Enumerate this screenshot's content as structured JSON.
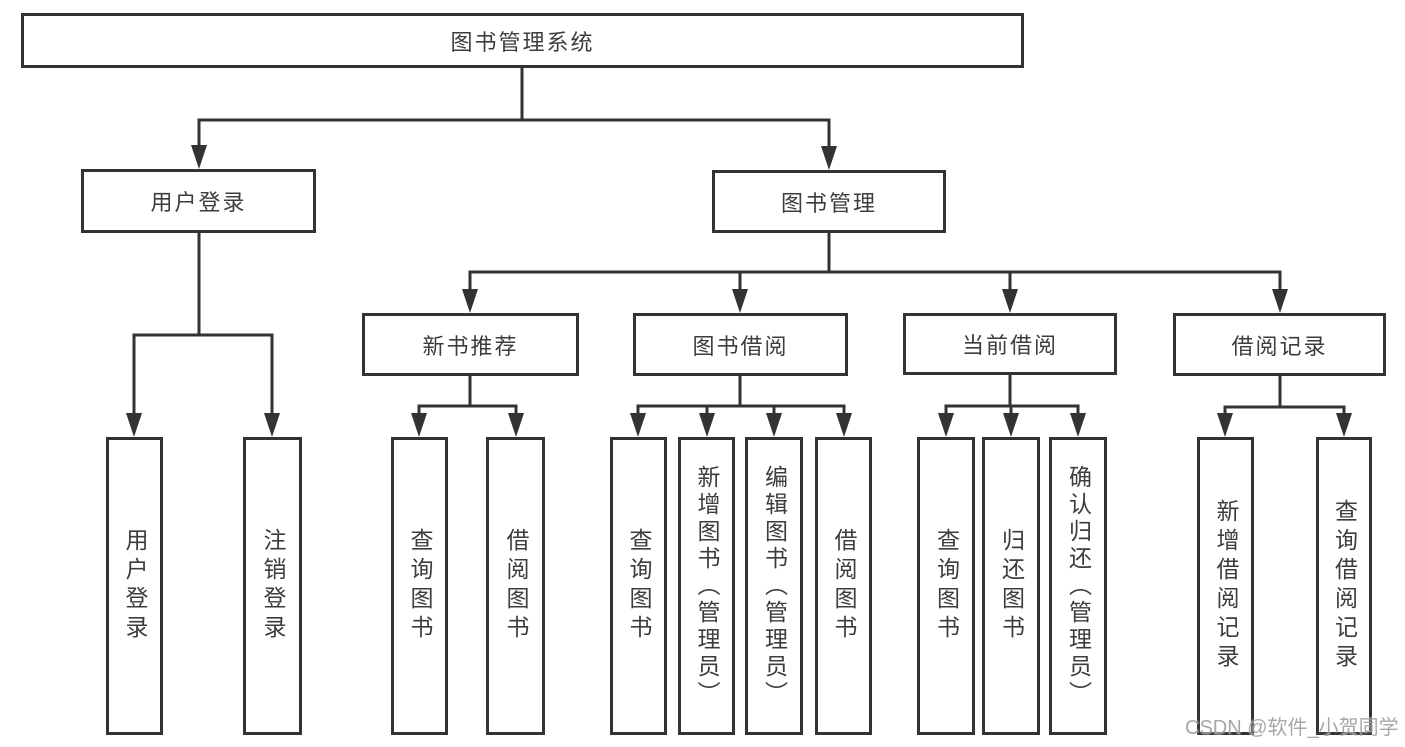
{
  "diagram_type": "hierarchy-tree",
  "tree": {
    "label": "图书管理系统",
    "children": [
      {
        "label": "用户登录",
        "children": [
          {
            "label": "用户登录"
          },
          {
            "label": "注销登录"
          }
        ]
      },
      {
        "label": "图书管理",
        "children": [
          {
            "label": "新书推荐",
            "children": [
              {
                "label": "查询图书"
              },
              {
                "label": "借阅图书"
              }
            ]
          },
          {
            "label": "图书借阅",
            "children": [
              {
                "label": "查询图书"
              },
              {
                "label": "新增图书（管理员）"
              },
              {
                "label": "编辑图书（管理员）"
              },
              {
                "label": "借阅图书"
              }
            ]
          },
          {
            "label": "当前借阅",
            "children": [
              {
                "label": "查询图书"
              },
              {
                "label": "归还图书"
              },
              {
                "label": "确认归还（管理员）"
              }
            ]
          },
          {
            "label": "借阅记录",
            "children": [
              {
                "label": "新增借阅记录"
              },
              {
                "label": "查询借阅记录"
              }
            ]
          }
        ]
      }
    ]
  },
  "watermark": {
    "text": "CSDN @软件_小贺同学"
  },
  "colors": {
    "line": "#333333",
    "box_border": "#333333",
    "text": "#3d3d3d",
    "watermark": "#9e9e9e",
    "background": "#ffffff"
  }
}
